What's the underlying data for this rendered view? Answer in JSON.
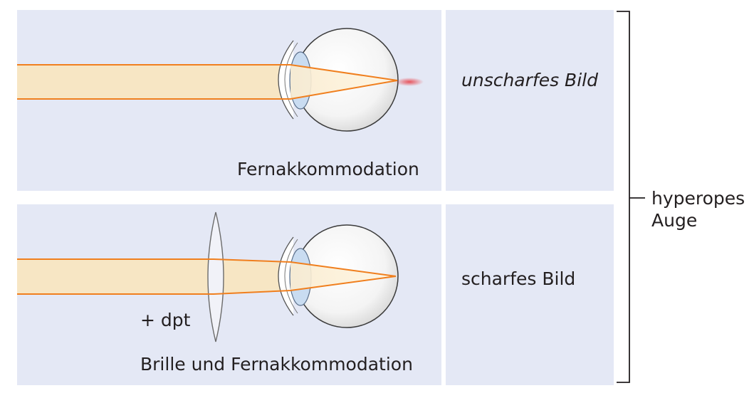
{
  "colors": {
    "panel": "#e4e8f5",
    "beam_fill": "#f7e6c4",
    "beam_edge": "#f07f1e",
    "eye_outline": "#3a3a3a",
    "lens_blue": "#c9dcf1",
    "blur_red": "#e8424a",
    "text": "#231f20"
  },
  "top_row": {
    "focus_label": "unscharfes Bild",
    "accommodation_label": "Fernakkommodation"
  },
  "bottom_row": {
    "focus_label": "scharfes Bild",
    "lens_power_label": "+ dpt",
    "accommodation_label": "Brille und Fernakkommodation"
  },
  "bracket_label": {
    "line1": "hyperopes",
    "line2": "Auge"
  }
}
